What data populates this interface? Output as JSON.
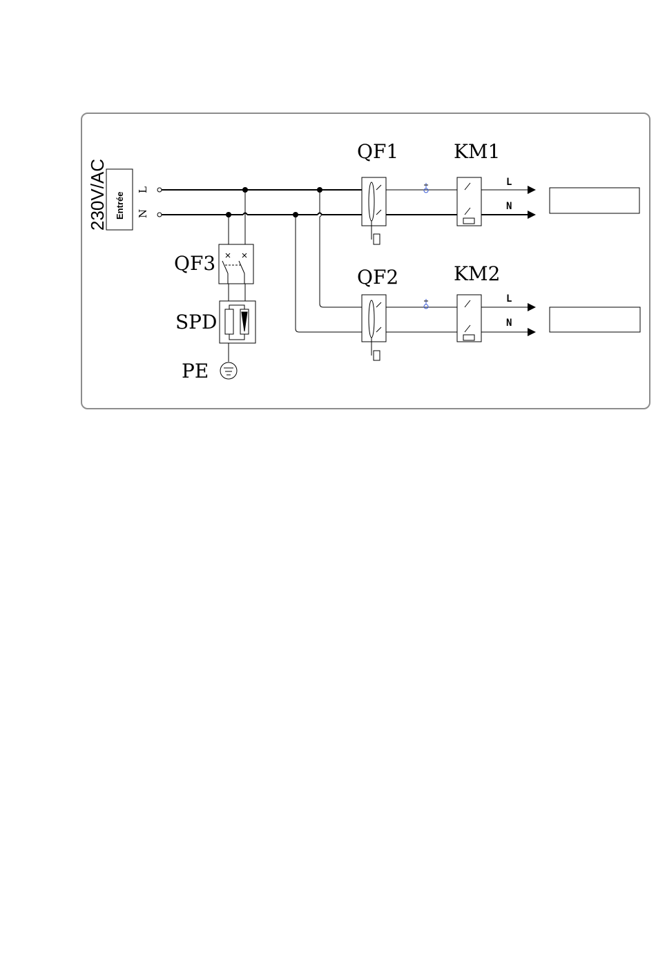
{
  "input": {
    "voltage": "230V/AC",
    "label": "Entrée",
    "line_L": "L",
    "line_N": "N"
  },
  "components": {
    "qf1": "QF1",
    "qf2": "QF2",
    "qf3": "QF3",
    "km1": "KM1",
    "km2": "KM2",
    "spd": "SPD",
    "pe": "PE"
  },
  "outputs": {
    "out1_L": "L",
    "out1_N": "N",
    "out2_L": "L",
    "out2_N": "N"
  },
  "colors": {
    "frame": "#8c8c8c",
    "sensor": "#3b5bd6"
  }
}
